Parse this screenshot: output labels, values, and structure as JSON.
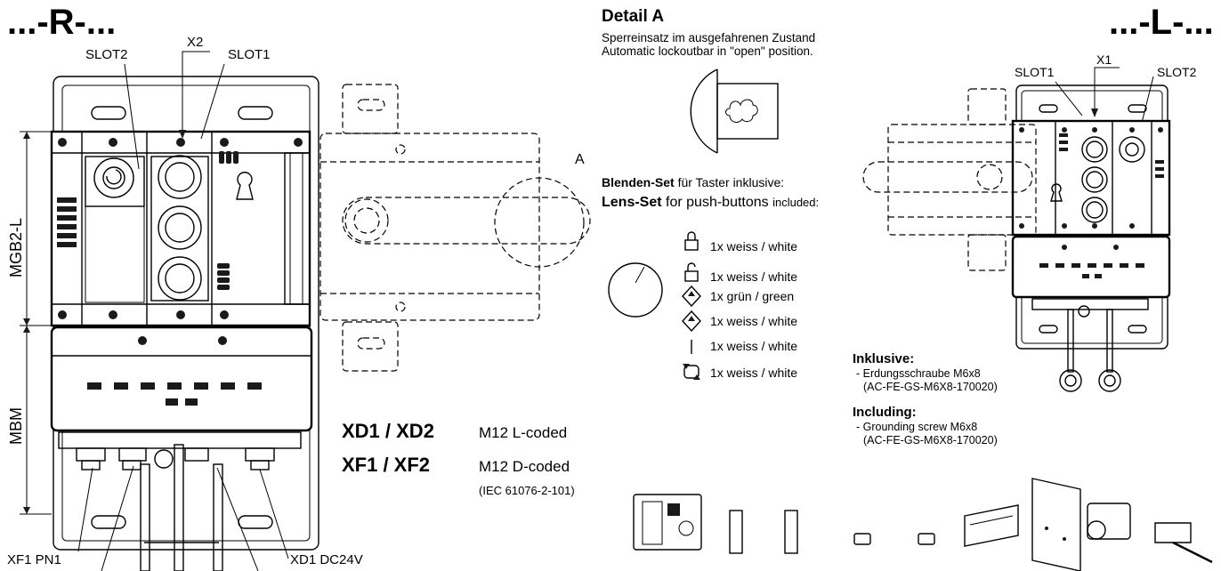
{
  "left_view": {
    "variant_label": "...-R-...",
    "slot2": "SLOT2",
    "slot1": "SLOT1",
    "x2": "X2",
    "dim_upper": "MGB2-L",
    "dim_lower": "MBM",
    "detail_marker": "A",
    "conn_xf1": "XF1 PN1",
    "conn_xd1": "XD1 DC24V"
  },
  "connector_legend": {
    "xd_label": "XD1 / XD2",
    "xd_desc": "M12 L-coded",
    "xf_label": "XF1 / XF2",
    "xf_desc": "M12 D-coded",
    "xf_norm": "(IEC 61076-2-101)"
  },
  "detail": {
    "title": "Detail A",
    "line_de": "Sperreinsatz im ausgefahrenen Zustand",
    "line_en": "Automatic lockoutbar in \"open\" position."
  },
  "lens_set": {
    "de_bold": "Blenden-Set",
    "de_rest": " für Taster inklusive:",
    "en_bold": "Lens-Set",
    "en_rest": " for push-buttons ",
    "en_tail": "included:",
    "items": [
      {
        "icon": "lock-closed-icon",
        "text": "1x  weiss  /  white"
      },
      {
        "icon": "lock-open-icon",
        "text": "1x  weiss  /  white"
      },
      {
        "icon": "diamond-arrow-icon",
        "text": "1x  grün  /  green"
      },
      {
        "icon": "diamond-arrow-icon",
        "text": "1x  weiss  /  white"
      },
      {
        "icon": "vertical-bar-icon",
        "text": "1x  weiss  /  white"
      },
      {
        "icon": "rotate-arrows-icon",
        "text": "1x  weiss  /  white"
      }
    ]
  },
  "inklusive": {
    "title_de": "Inklusive:",
    "line1_de": "- Erdungsschraube M6x8",
    "line2_de": "(AC-FE-GS-M6X8-170020)",
    "title_en": "Including:",
    "line1_en": "- Grounding screw M6x8",
    "line2_en": "(AC-FE-GS-M6X8-170020)"
  },
  "right_view": {
    "variant_label": "...-L-...",
    "slot1": "SLOT1",
    "x1": "X1",
    "slot2": "SLOT2"
  }
}
